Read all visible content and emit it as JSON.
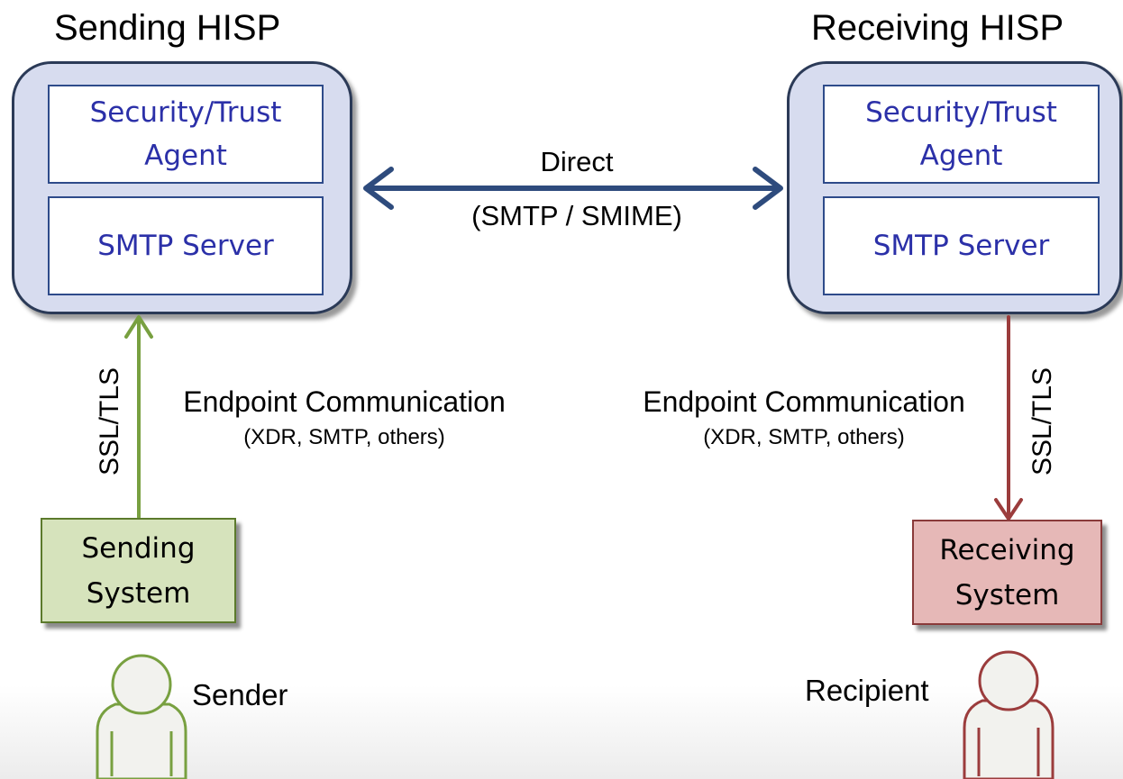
{
  "sending_hisp": {
    "title": "Sending HISP",
    "security_agent": [
      "Security/Trust",
      "Agent"
    ],
    "smtp_server": "SMTP Server"
  },
  "receiving_hisp": {
    "title": "Receiving HISP",
    "security_agent": [
      "Security/Trust",
      "Agent"
    ],
    "smtp_server": "SMTP Server"
  },
  "link": {
    "label": "Direct",
    "protocols": "(SMTP / SMIME)"
  },
  "left_channel": {
    "transport": "SSL/TLS",
    "label": "Endpoint Communication",
    "protocols": "(XDR, SMTP, others)"
  },
  "right_channel": {
    "transport": "SSL/TLS",
    "label": "Endpoint Communication",
    "protocols": "(XDR, SMTP, others)"
  },
  "sending_system": [
    "Sending",
    "System"
  ],
  "receiving_system": [
    "Receiving",
    "System"
  ],
  "sender_label": "Sender",
  "recipient_label": "Recipient",
  "colors": {
    "hisp_fill": "#d7dcef",
    "hisp_border": "#2b3a57",
    "inner_text": "#2b30a8",
    "direct_arrow": "#2e4b7d",
    "send_green": "#78a040",
    "send_fill": "#d6e3bc",
    "recv_red": "#9b3c3c",
    "recv_fill": "#e6b8b7"
  }
}
